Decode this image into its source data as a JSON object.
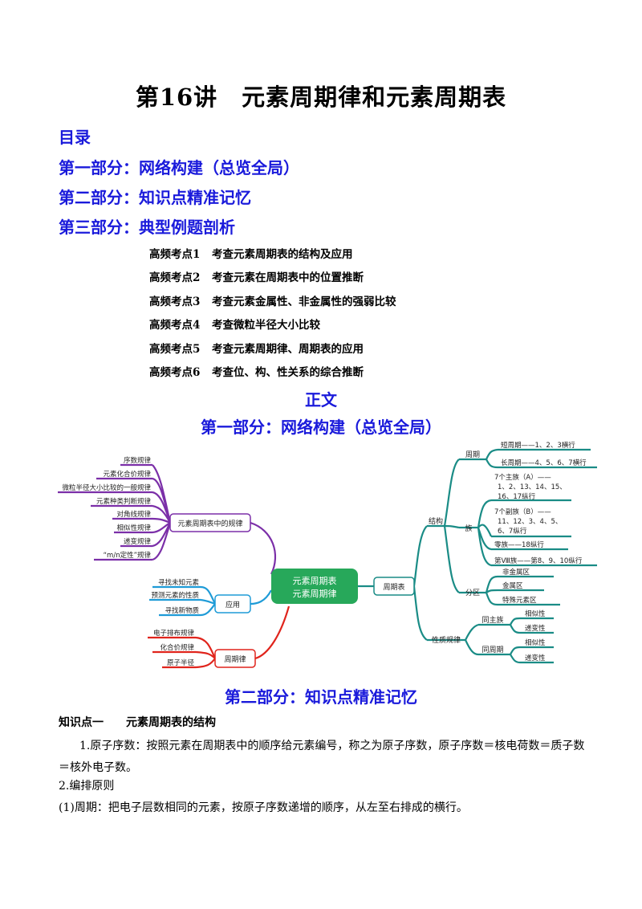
{
  "title": "第16讲　元素周期律和元素周期表",
  "toc": {
    "heading": "目录",
    "parts": [
      "第一部分：网络构建（总览全局）",
      "第二部分：知识点精准记忆",
      "第三部分：典型例题剖析"
    ],
    "sub_items": [
      {
        "num": "高频考点1",
        "text": "考查元素周期表的结构及应用"
      },
      {
        "num": "高频考点2",
        "text": "考查元素在周期表中的位置推断"
      },
      {
        "num": "高频考点3",
        "text": "考查元素金属性、非金属性的强弱比较"
      },
      {
        "num": "高频考点4",
        "text": "考查微粒半径大小比较"
      },
      {
        "num": "高频考点5",
        "text": "考查元素周期律、周期表的应用"
      },
      {
        "num": "高频考点6",
        "text": "考查位、构、性关系的综合推断"
      }
    ]
  },
  "main_heading": "正文",
  "part1_heading": "第一部分：网络构建（总览全局）",
  "mindmap": {
    "center": [
      "元素周期表",
      "元素周期律"
    ],
    "left": {
      "rules_branch": {
        "label": "元素周期表中的规律",
        "items": [
          "序数规律",
          "元素化合价规律",
          "微粒半径大小比较的一般规律",
          "元素种类判断规律",
          "对角线规律",
          "相似性规律",
          "递变规律",
          "“m/n定性”规律"
        ]
      },
      "application_branch": {
        "label": "应用",
        "items": [
          "寻找未知元素",
          "预测元素的性质",
          "寻找新物质"
        ]
      },
      "law_branch": {
        "label": "周期律",
        "items": [
          "电子排布规律",
          "化合价规律",
          "原子半径"
        ]
      }
    },
    "right": {
      "label": "周期表",
      "structure": {
        "label": "结构",
        "period": {
          "label": "周期",
          "items": [
            "短周期——1、2、3横行",
            "长周期——4、5、6、7横行"
          ]
        },
        "group": {
          "label": "族",
          "items": [
            [
              "7个主族（A）——",
              "1、2、13、14、15、",
              "16、17纵行"
            ],
            [
              "7个副族（B）——",
              "11、12、3、4、5、",
              "6、7纵行"
            ],
            [
              "零族——18纵行"
            ],
            [
              "第Ⅷ族——第8、9、10纵行"
            ]
          ]
        },
        "zone": {
          "label": "分区",
          "items": [
            "非金属区",
            "金属区",
            "特殊元素区"
          ]
        }
      },
      "properties": {
        "label": "性质规律",
        "same_group": {
          "label": "同主族",
          "items": [
            "相似性",
            "递变性"
          ]
        },
        "same_period": {
          "label": "同周期",
          "items": [
            "相似性",
            "递变性"
          ]
        }
      }
    }
  },
  "part2_heading": "第二部分：知识点精准记忆",
  "knowledge": {
    "point_title": "知识点一　　元素周期表的结构",
    "para1": "1.原子序数：按照元素在周期表中的顺序给元素编号，称之为原子序数，原子序数＝核电荷数＝质子数＝核外电子数。",
    "para2": "2.编排原则",
    "para3": "(1)周期：把电子层数相同的元素，按原子序数递增的顺序，从左至右排成的横行。"
  },
  "colors": {
    "heading_blue": "#1a1adb",
    "purple": "#7b2fa8",
    "blue": "#1e9bd7",
    "red": "#e0241c",
    "teal": "#1a8c86",
    "center_green": "#27a85a"
  }
}
